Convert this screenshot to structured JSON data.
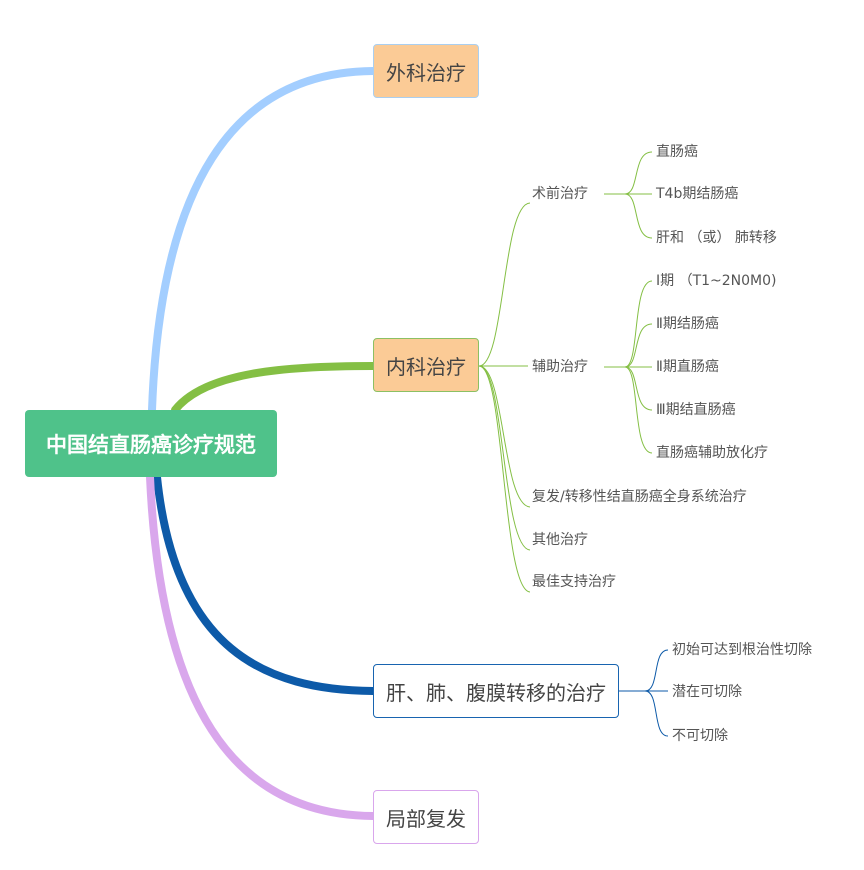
{
  "root": {
    "label": "中国结直肠癌诊疗规范"
  },
  "branches": {
    "surgery": {
      "label": "外科治疗",
      "color": "#a3ceff"
    },
    "medical": {
      "label": "内科治疗",
      "color": "#84bf44",
      "children": {
        "preop": {
          "label": "术前治疗",
          "items": [
            "直肠癌",
            "T4b期结肠癌",
            "肝和 （或） 肺转移"
          ]
        },
        "adjuvant": {
          "label": "辅助治疗",
          "items": [
            "Ⅰ期 （T1~2N0M0)",
            "Ⅱ期结肠癌",
            "Ⅱ期直肠癌",
            "Ⅲ期结直肠癌",
            "直肠癌辅助放化疗"
          ]
        },
        "systemic": "复发/转移性结直肠癌全身系统治疗",
        "other": "其他治疗",
        "support": "最佳支持治疗"
      }
    },
    "metastasis": {
      "label": "肝、肺、腹膜转移的治疗",
      "color": "#0d5aa8",
      "items": [
        "初始可达到根治性切除",
        "潜在可切除",
        "不可切除"
      ]
    },
    "recurrence": {
      "label": "局部复发",
      "color": "#d9a7ec"
    }
  }
}
